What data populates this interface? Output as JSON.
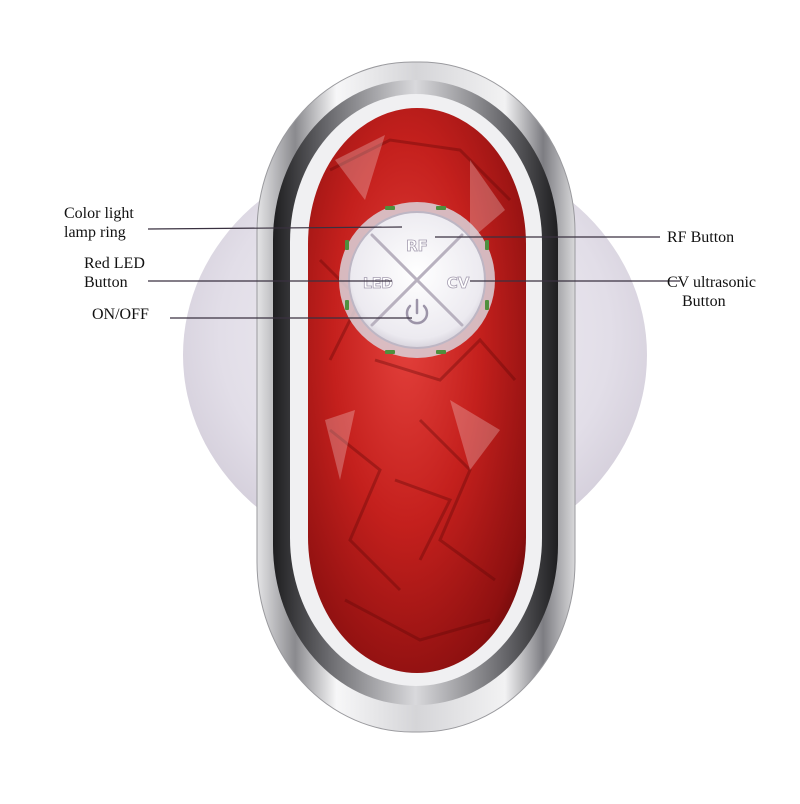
{
  "device": {
    "name_icon": "beauty-massager-device-icon",
    "colors": {
      "red_panel": "#c0201f",
      "red_dark": "#7e0d0d",
      "chrome": "#c9c9cb",
      "chrome_dark": "#2a2a2c",
      "pad": "#e6e3ea",
      "leader_line": "#3a3140"
    },
    "buttons": {
      "rf": "RF",
      "led": "LED",
      "cv": "CV",
      "power_icon": "power-icon"
    }
  },
  "callouts": {
    "color_light": [
      "Color light",
      "lamp ring"
    ],
    "red_led": [
      "Red LED",
      "Button"
    ],
    "onoff": "ON/OFF",
    "rf": "RF Button",
    "cv": [
      "CV ultrasonic",
      "Button"
    ]
  }
}
